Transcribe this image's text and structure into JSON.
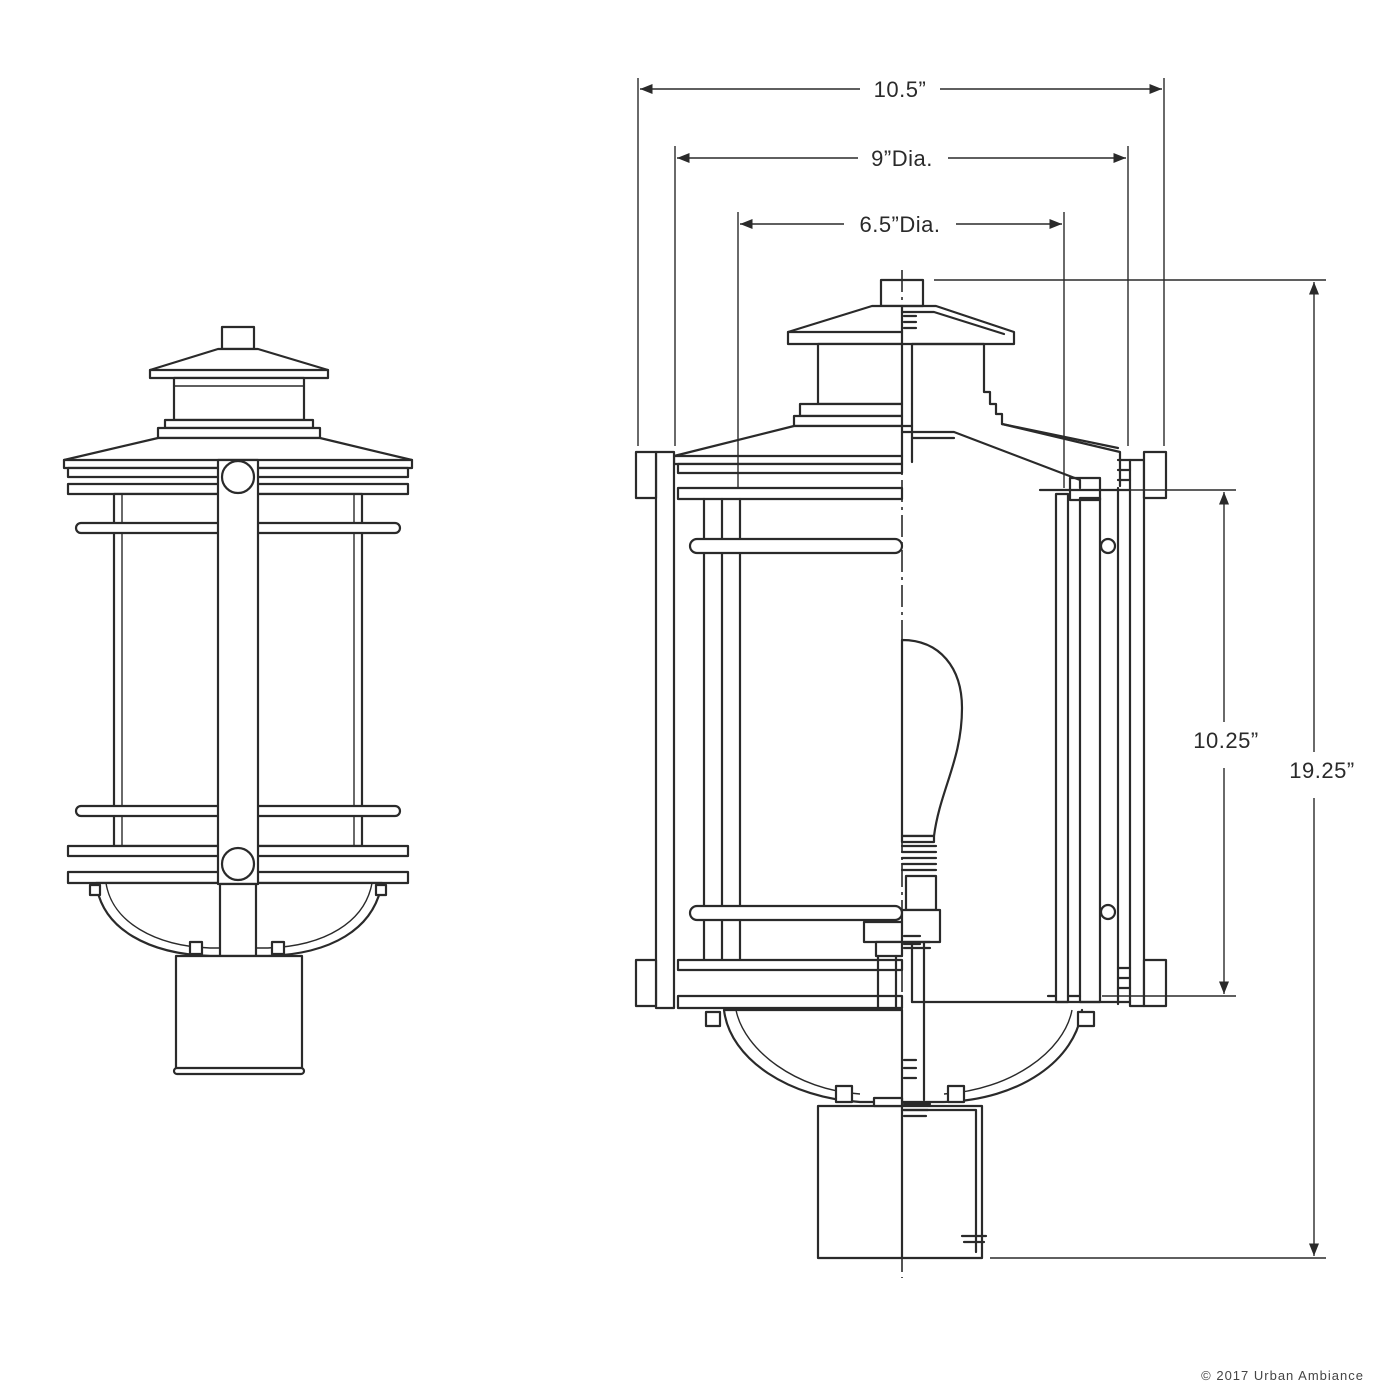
{
  "dimensions": {
    "overall_width": "10.5”",
    "outer_diameter": "9”Dia.",
    "inner_diameter": "6.5”Dia.",
    "glass_height": "10.25”",
    "overall_height": "19.25”"
  },
  "copyright": "© 2017 Urban Ambiance"
}
